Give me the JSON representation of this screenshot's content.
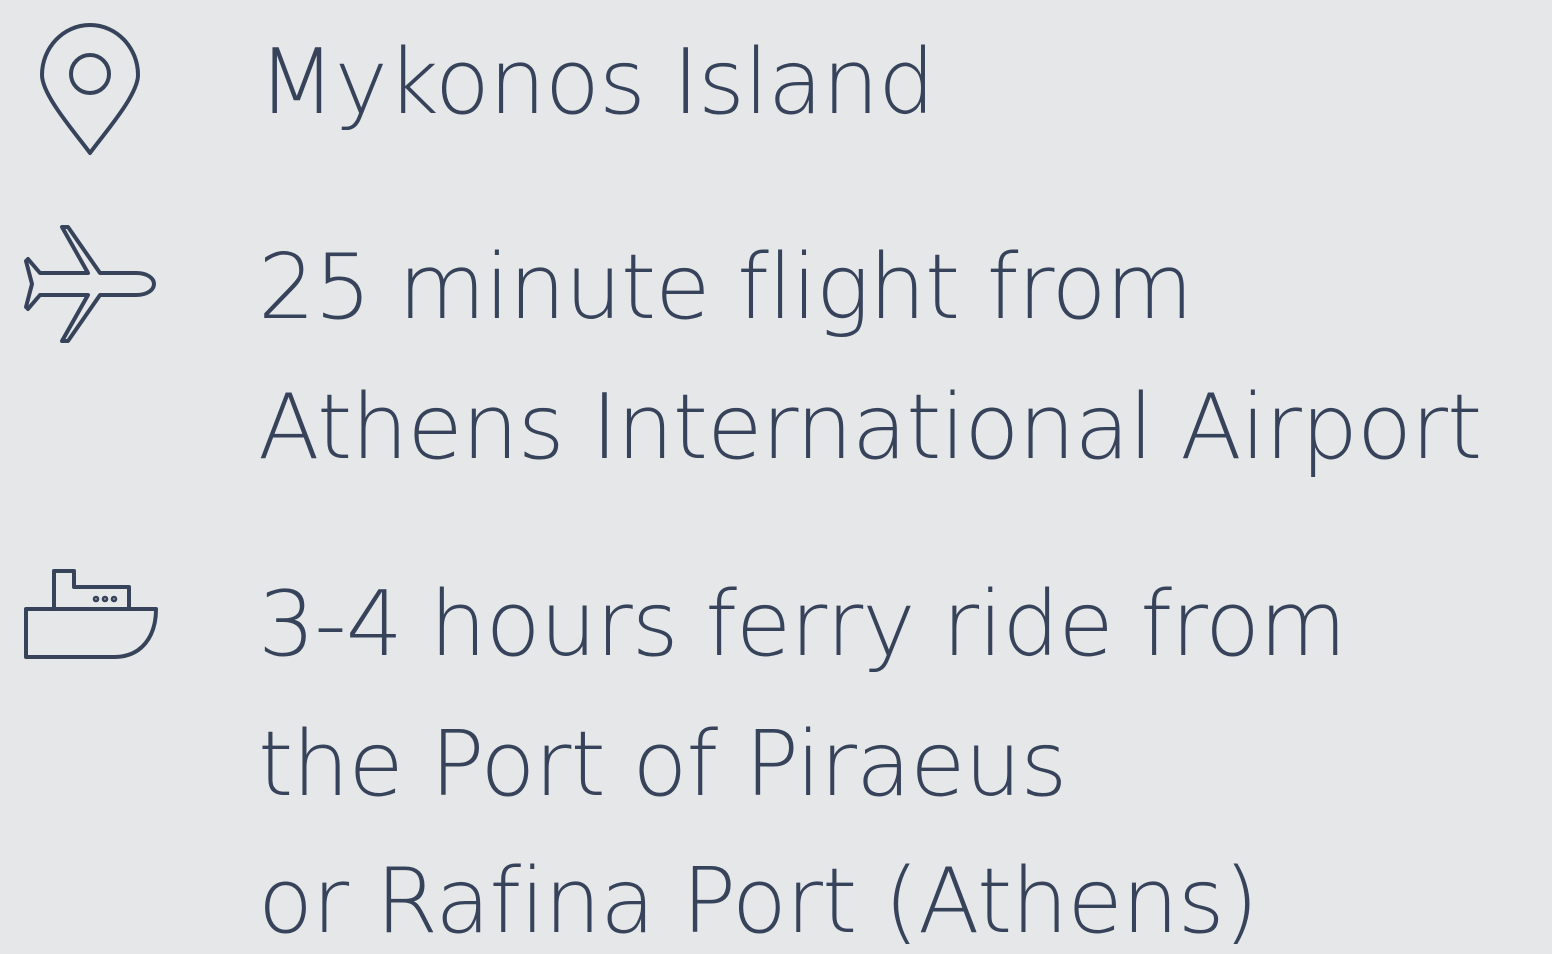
{
  "colors": {
    "background": "#e6e7e9",
    "text": "#36435a",
    "icon_stroke": "#36435a"
  },
  "items": [
    {
      "icon": "map-pin-icon",
      "lines": [
        "Mykonos Island"
      ]
    },
    {
      "icon": "airplane-icon",
      "lines": [
        "25 minute flight from",
        "Athens International Airport"
      ]
    },
    {
      "icon": "ferry-icon",
      "lines": [
        "3-4 hours ferry ride from",
        "the Port of Piraeus",
        "or Rafina Port (Athens)"
      ]
    }
  ]
}
